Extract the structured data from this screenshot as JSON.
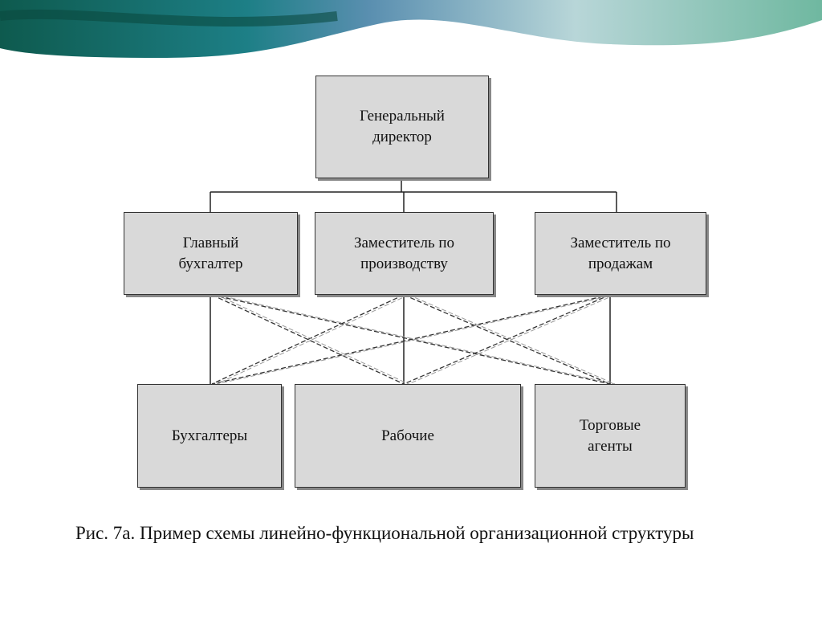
{
  "nodes": {
    "ceo": "Генеральный\nдиректор",
    "chief_accountant": "Главный\nбухгалтер",
    "deputy_production": "Заместитель по\nпроизводству",
    "deputy_sales": "Заместитель по\nпродажам",
    "accountants": "Бухгалтеры",
    "workers": "Рабочие",
    "sales_agents": "Торговые\nагенты"
  },
  "caption": "Рис. 7а. Пример схемы линейно-функциональной организационной структуры",
  "colors": {
    "box_fill": "#d9d9d9",
    "banner_dark": "#0e5a4e",
    "banner_light": "#7fc1b0"
  }
}
